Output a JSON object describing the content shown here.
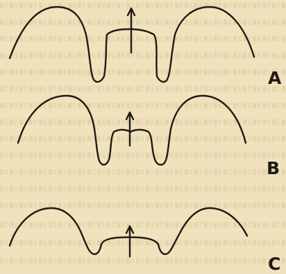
{
  "figure": {
    "panels": [
      {
        "label": "A"
      },
      {
        "label": "B"
      },
      {
        "label": "C"
      }
    ],
    "stroke_color": "#1f1a14",
    "background_color": "#efe2bd",
    "arrow_direction": "up"
  }
}
